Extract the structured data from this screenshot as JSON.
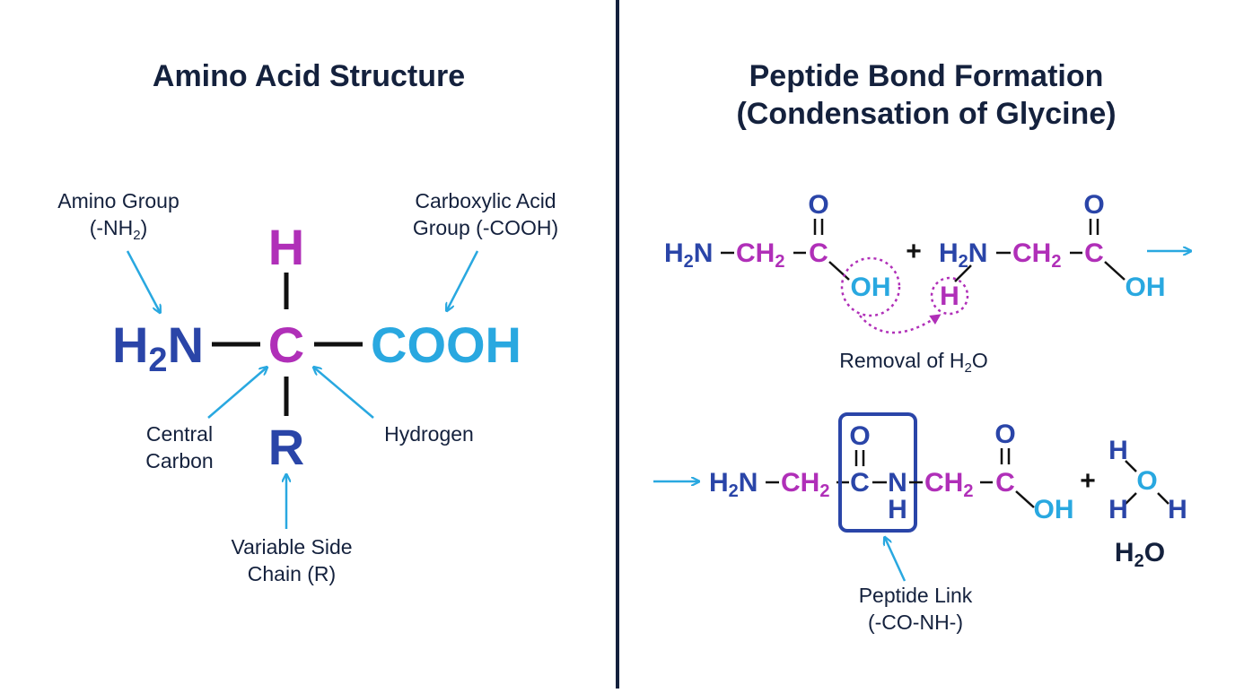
{
  "colors": {
    "navy": "#14213d",
    "blue": "#2a45a8",
    "magenta": "#b02fb8",
    "cyan": "#29a8e0",
    "black": "#111111"
  },
  "left": {
    "title": "Amino Acid Structure",
    "amino_group_label": {
      "line1": "Amino Group",
      "line2_prefix": "(-NH",
      "line2_sub": "2",
      "line2_suffix": ")"
    },
    "carboxyl_label": {
      "line1": "Carboxylic Acid",
      "line2": "Group (-COOH)"
    },
    "central_label": {
      "line1": "Central",
      "line2": "Carbon"
    },
    "hydrogen_label": "Hydrogen",
    "side_chain_label": {
      "line1": "Variable Side",
      "line2": "Chain (R)"
    },
    "formula": {
      "h_top": "H",
      "n_h": "H",
      "n_sub": "2",
      "n_n": "N",
      "c": "C",
      "cooh": "COOH",
      "r": "R"
    }
  },
  "right": {
    "title_line1": "Peptide Bond Formation",
    "title_line2": "(Condensation of Glycine)",
    "removal_label": {
      "prefix": "Removal of H",
      "sub": "2",
      "suffix": "O"
    },
    "peptide_link_label": {
      "line1": "Peptide Link",
      "line2": "(-CO-NH-)"
    },
    "plus": "+",
    "o": "O",
    "oh": "OH",
    "h": "H",
    "c": "C",
    "n": "N",
    "ch": "CH",
    "sub2": "2",
    "nh_h": "H",
    "water": {
      "h": "H",
      "o": "O",
      "formula_prefix": "H",
      "formula_sub": "2",
      "formula_suffix": "O"
    }
  }
}
